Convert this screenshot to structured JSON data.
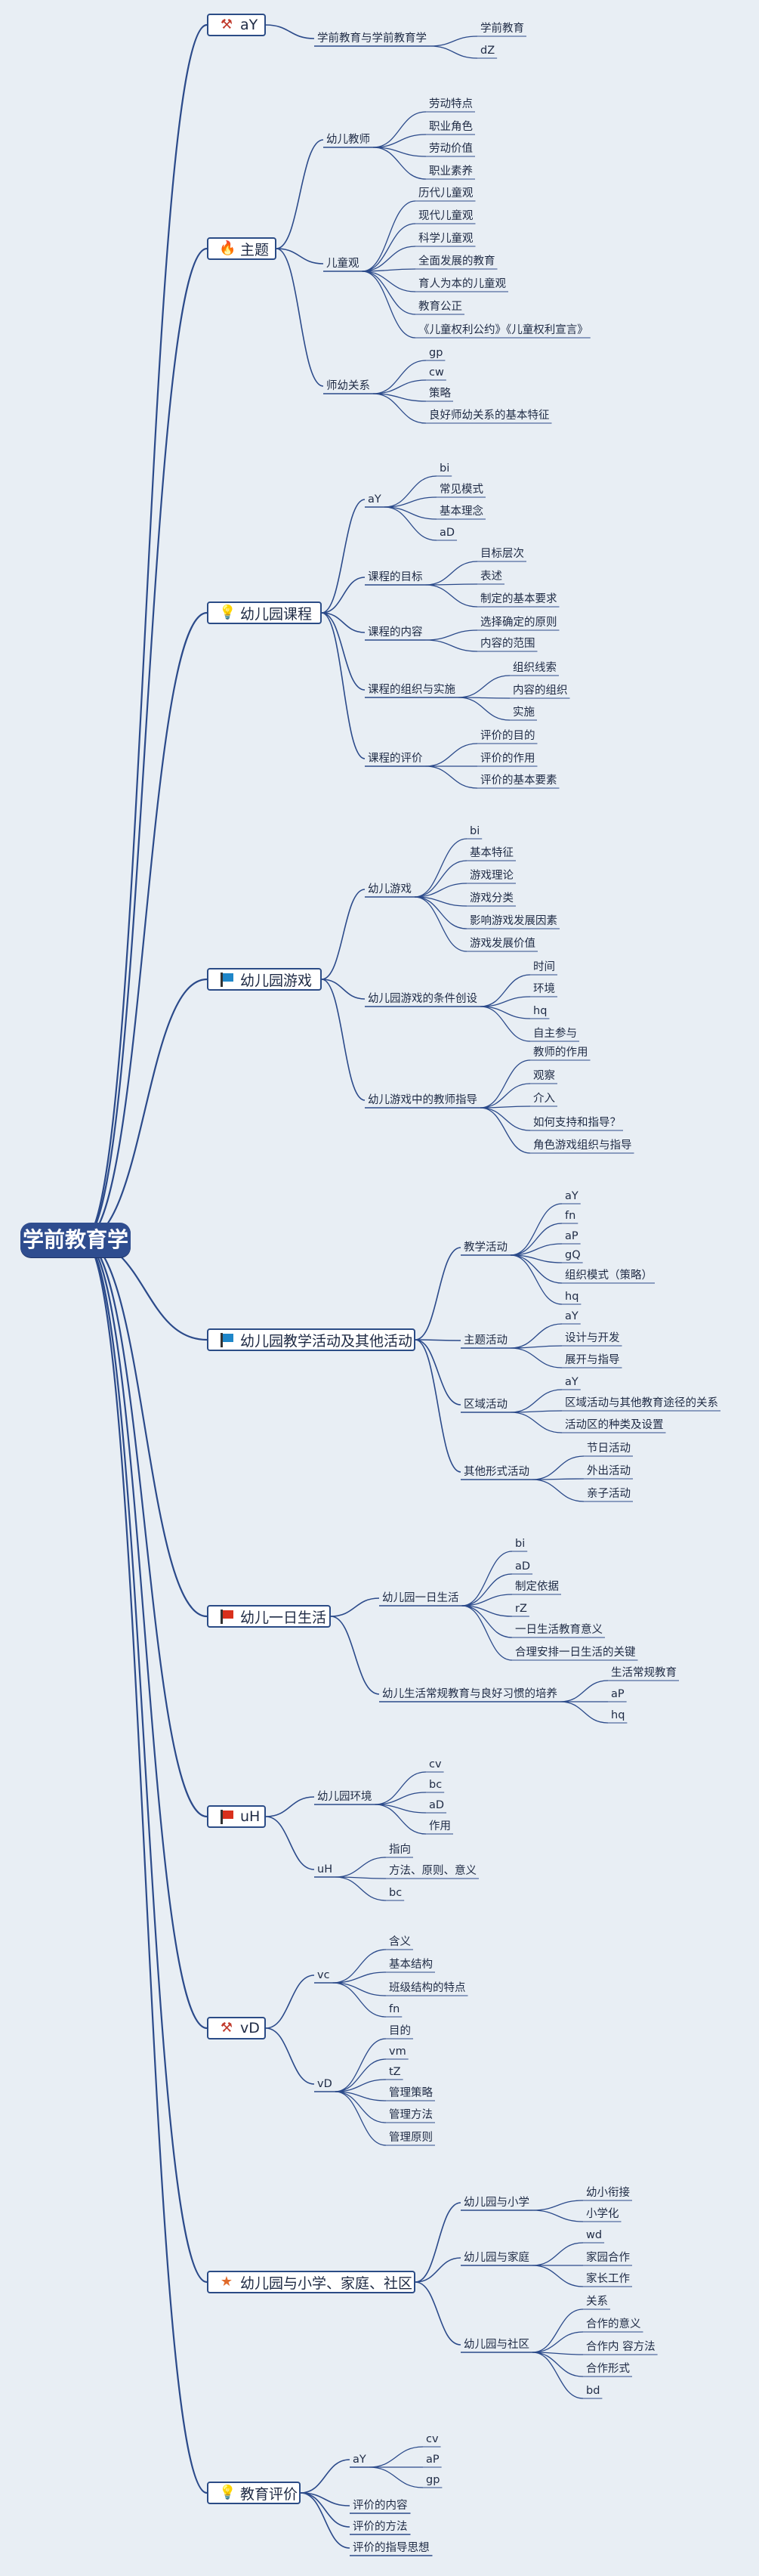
{
  "root": {
    "label": "学前教育学"
  },
  "branches": [
    {
      "label": "aY",
      "icon": "tools-icon",
      "glyph": "⚒",
      "color": "#c0392b",
      "children": [
        {
          "label": "学前教育与学前教育学",
          "children": [
            {
              "label": "学前教育"
            },
            {
              "label": "dZ"
            }
          ]
        }
      ]
    },
    {
      "label": "主题",
      "icon": "fire-icon",
      "glyph": "🔥",
      "color": "#e8541e",
      "children": [
        {
          "label": "幼儿教师",
          "children": [
            {
              "label": "劳动特点"
            },
            {
              "label": "职业角色"
            },
            {
              "label": "劳动价值"
            },
            {
              "label": "职业素养"
            }
          ]
        },
        {
          "label": "儿童观",
          "children": [
            {
              "label": "历代儿童观"
            },
            {
              "label": "现代儿童观"
            },
            {
              "label": "科学儿童观"
            },
            {
              "label": "全面发展的教育"
            },
            {
              "label": "育人为本的儿童观"
            },
            {
              "label": "教育公正"
            },
            {
              "label": "《儿童权利公约》《儿童权利宣言》"
            }
          ]
        },
        {
          "label": "师幼关系",
          "children": [
            {
              "label": "gp"
            },
            {
              "label": "cw"
            },
            {
              "label": "策略"
            },
            {
              "label": "良好师幼关系的基本特征"
            }
          ]
        }
      ]
    },
    {
      "label": "幼儿园课程",
      "icon": "lightbulb-icon",
      "glyph": "💡",
      "color": "#f2c230",
      "children": [
        {
          "label": "aY",
          "children": [
            {
              "label": "bi"
            },
            {
              "label": "常见模式"
            },
            {
              "label": "基本理念"
            },
            {
              "label": "aD"
            }
          ]
        },
        {
          "label": "课程的目标",
          "children": [
            {
              "label": "目标层次"
            },
            {
              "label": "表述"
            },
            {
              "label": "制定的基本要求"
            }
          ]
        },
        {
          "label": "课程的内容",
          "children": [
            {
              "label": "选择确定的原则"
            },
            {
              "label": "内容的范围"
            }
          ]
        },
        {
          "label": "课程的组织与实施",
          "children": [
            {
              "label": "组织线索"
            },
            {
              "label": "内容的组织"
            },
            {
              "label": "实施"
            }
          ]
        },
        {
          "label": "课程的评价",
          "children": [
            {
              "label": "评价的目的"
            },
            {
              "label": "评价的作用"
            },
            {
              "label": "评价的基本要素"
            }
          ]
        }
      ]
    },
    {
      "label": "幼儿园游戏",
      "icon": "blue-flag-icon",
      "glyph": "",
      "color": "#1f86c8",
      "children": [
        {
          "label": "幼儿游戏",
          "children": [
            {
              "label": "bi"
            },
            {
              "label": "基本特征"
            },
            {
              "label": "游戏理论"
            },
            {
              "label": "游戏分类"
            },
            {
              "label": "影响游戏发展因素"
            },
            {
              "label": "游戏发展价值"
            }
          ]
        },
        {
          "label": "幼儿园游戏的条件创设",
          "children": [
            {
              "label": "时间"
            },
            {
              "label": "环境"
            },
            {
              "label": "hq"
            },
            {
              "label": "自主参与"
            }
          ]
        },
        {
          "label": "幼儿游戏中的教师指导",
          "children": [
            {
              "label": "教师的作用"
            },
            {
              "label": "观察"
            },
            {
              "label": "介入"
            },
            {
              "label": "如何支持和指导？"
            },
            {
              "label": "角色游戏组织与指导"
            }
          ]
        }
      ]
    },
    {
      "label": "幼儿园教学活动及其他活动",
      "icon": "blue-flag-icon",
      "glyph": "",
      "color": "#1f86c8",
      "children": [
        {
          "label": "教学活动",
          "children": [
            {
              "label": "aY"
            },
            {
              "label": "fn"
            },
            {
              "label": "aP"
            },
            {
              "label": "gQ"
            },
            {
              "label": "组织模式（策略）"
            },
            {
              "label": "hq"
            }
          ]
        },
        {
          "label": "主题活动",
          "children": [
            {
              "label": "aY"
            },
            {
              "label": "设计与开发"
            },
            {
              "label": "展开与指导"
            }
          ]
        },
        {
          "label": "区域活动",
          "children": [
            {
              "label": "aY"
            },
            {
              "label": "区域活动与其他教育途径的关系"
            },
            {
              "label": "活动区的种类及设置"
            }
          ]
        },
        {
          "label": "其他形式活动",
          "children": [
            {
              "label": "节日活动"
            },
            {
              "label": "外出活动"
            },
            {
              "label": "亲子活动"
            }
          ]
        }
      ]
    },
    {
      "label": "幼儿一日生活",
      "icon": "red-flag-icon",
      "glyph": "",
      "color": "#d9301c",
      "children": [
        {
          "label": "幼儿园一日生活",
          "children": [
            {
              "label": "bi"
            },
            {
              "label": "aD"
            },
            {
              "label": "制定依据"
            },
            {
              "label": "rZ"
            },
            {
              "label": "一日生活教育意义"
            },
            {
              "label": "合理安排一日生活的关键"
            }
          ]
        },
        {
          "label": "幼儿生活常规教育与良好习惯的培养",
          "children": [
            {
              "label": "生活常规教育"
            },
            {
              "label": "aP"
            },
            {
              "label": "hq"
            }
          ]
        }
      ]
    },
    {
      "label": "uH",
      "icon": "red-flag-icon",
      "glyph": "",
      "color": "#d9301c",
      "children": [
        {
          "label": "幼儿园环境",
          "children": [
            {
              "label": "cv"
            },
            {
              "label": "bc"
            },
            {
              "label": "aD"
            },
            {
              "label": "作用"
            }
          ]
        },
        {
          "label": "uH",
          "children": [
            {
              "label": "指向"
            },
            {
              "label": "方法、原则、意义"
            },
            {
              "label": "bc"
            }
          ]
        }
      ]
    },
    {
      "label": "vD",
      "icon": "tools-icon",
      "glyph": "⚒",
      "color": "#c0392b",
      "children": [
        {
          "label": "vc",
          "children": [
            {
              "label": "含义"
            },
            {
              "label": "基本结构"
            },
            {
              "label": "班级结构的特点"
            },
            {
              "label": "fn"
            }
          ]
        },
        {
          "label": "vD",
          "children": [
            {
              "label": "目的"
            },
            {
              "label": "vm"
            },
            {
              "label": "tZ"
            },
            {
              "label": "管理策略"
            },
            {
              "label": "管理方法"
            },
            {
              "label": "管理原则"
            }
          ]
        }
      ]
    },
    {
      "label": "幼儿园与小学、家庭、社区",
      "icon": "star-icon",
      "glyph": "★",
      "color": "#e06a2a",
      "children": [
        {
          "label": "幼儿园与小学",
          "children": [
            {
              "label": "幼小衔接"
            },
            {
              "label": "小学化"
            }
          ]
        },
        {
          "label": "幼儿园与家庭",
          "children": [
            {
              "label": "wd"
            },
            {
              "label": "家园合作"
            },
            {
              "label": "家长工作"
            }
          ]
        },
        {
          "label": "幼儿园与社区",
          "children": [
            {
              "label": "关系"
            },
            {
              "label": "合作的意义"
            },
            {
              "label": "合作内 容方法"
            },
            {
              "label": "合作形式"
            },
            {
              "label": "bd"
            }
          ]
        }
      ]
    },
    {
      "label": "教育评价",
      "icon": "lightbulb-icon",
      "glyph": "💡",
      "color": "#f2c230",
      "children": [
        {
          "label": "aY",
          "children": [
            {
              "label": "cv"
            },
            {
              "label": "aP"
            },
            {
              "label": "gp"
            }
          ]
        },
        {
          "label": "评价的内容",
          "children": []
        },
        {
          "label": "评价的方法",
          "children": []
        },
        {
          "label": "评价的指导思想",
          "children": []
        }
      ]
    }
  ]
}
